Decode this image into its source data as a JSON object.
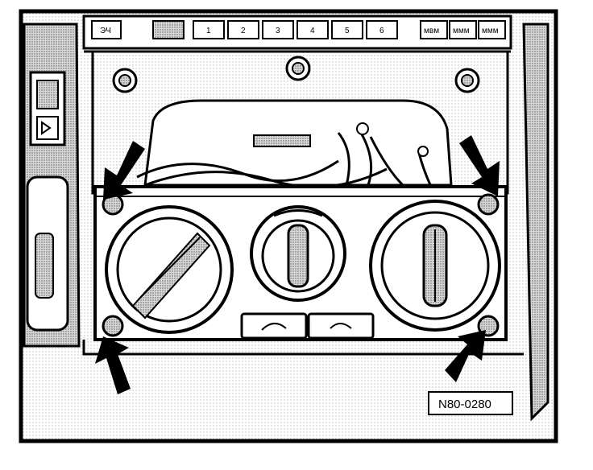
{
  "panel_buttons": {
    "left_label": "ЭЧ",
    "presets": [
      "1",
      "2",
      "3",
      "4",
      "5",
      "6"
    ],
    "mode_labels": [
      "ᴍʙᴍ",
      "ᴍᴍᴍ",
      "ᴍᴍᴍ"
    ]
  },
  "figure_reference": "N80-0280",
  "arrow_count": 4,
  "knob_count": 3
}
